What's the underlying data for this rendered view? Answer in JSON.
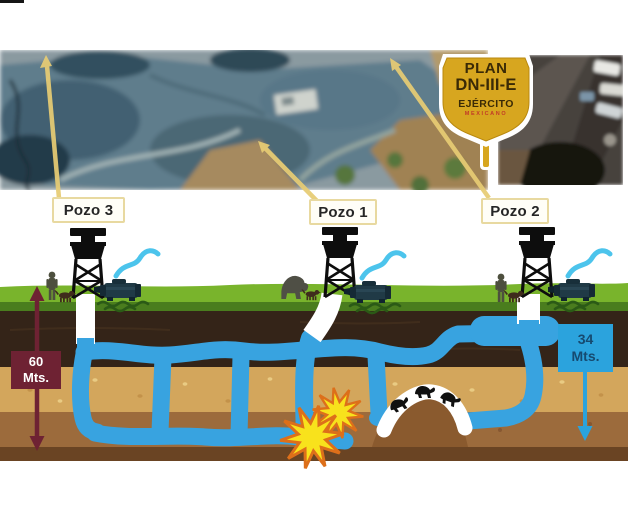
{
  "diagram": {
    "wells": [
      {
        "id": "pozo3",
        "label": "Pozo 3"
      },
      {
        "id": "pozo1",
        "label": "Pozo 1"
      },
      {
        "id": "pozo2",
        "label": "Pozo 2"
      }
    ],
    "badge": {
      "line1": "PLAN",
      "line2": "DN-III-E",
      "line3": "EJÉRCITO",
      "line4": "MEXICANO"
    },
    "measurements": {
      "left_depth": {
        "value": "60",
        "unit": "Mts."
      },
      "right_depth": {
        "value": "34",
        "unit": "Mts."
      }
    },
    "icons": {
      "derrick-icon": "black well watchtower pictogram",
      "pump-icon": "dark water pump with blue spray",
      "rescuer-icon": "person silhouette with search dog",
      "miner-icon": "crawling miner silhouette",
      "explosion-icon": "yellow starburst with orange outline",
      "arrow-icon": "yellow callout arrow to aerial photo"
    },
    "colors": {
      "tunnel_water": "#38a3e0",
      "grass": "#79b42c",
      "grass_dark": "#4a7d1e",
      "topsoil_dark": "#342418",
      "sand": "#d3a65c",
      "subsoil": "#9c6b3c",
      "depth_left_box": "#6e2233",
      "depth_right_box": "#2ba3dd",
      "badge_gold": "#d7a61f",
      "arrow_yellow": "#e7cc74",
      "explosion_yellow": "#f8e21c",
      "explosion_outline": "#dd6f1a"
    }
  }
}
